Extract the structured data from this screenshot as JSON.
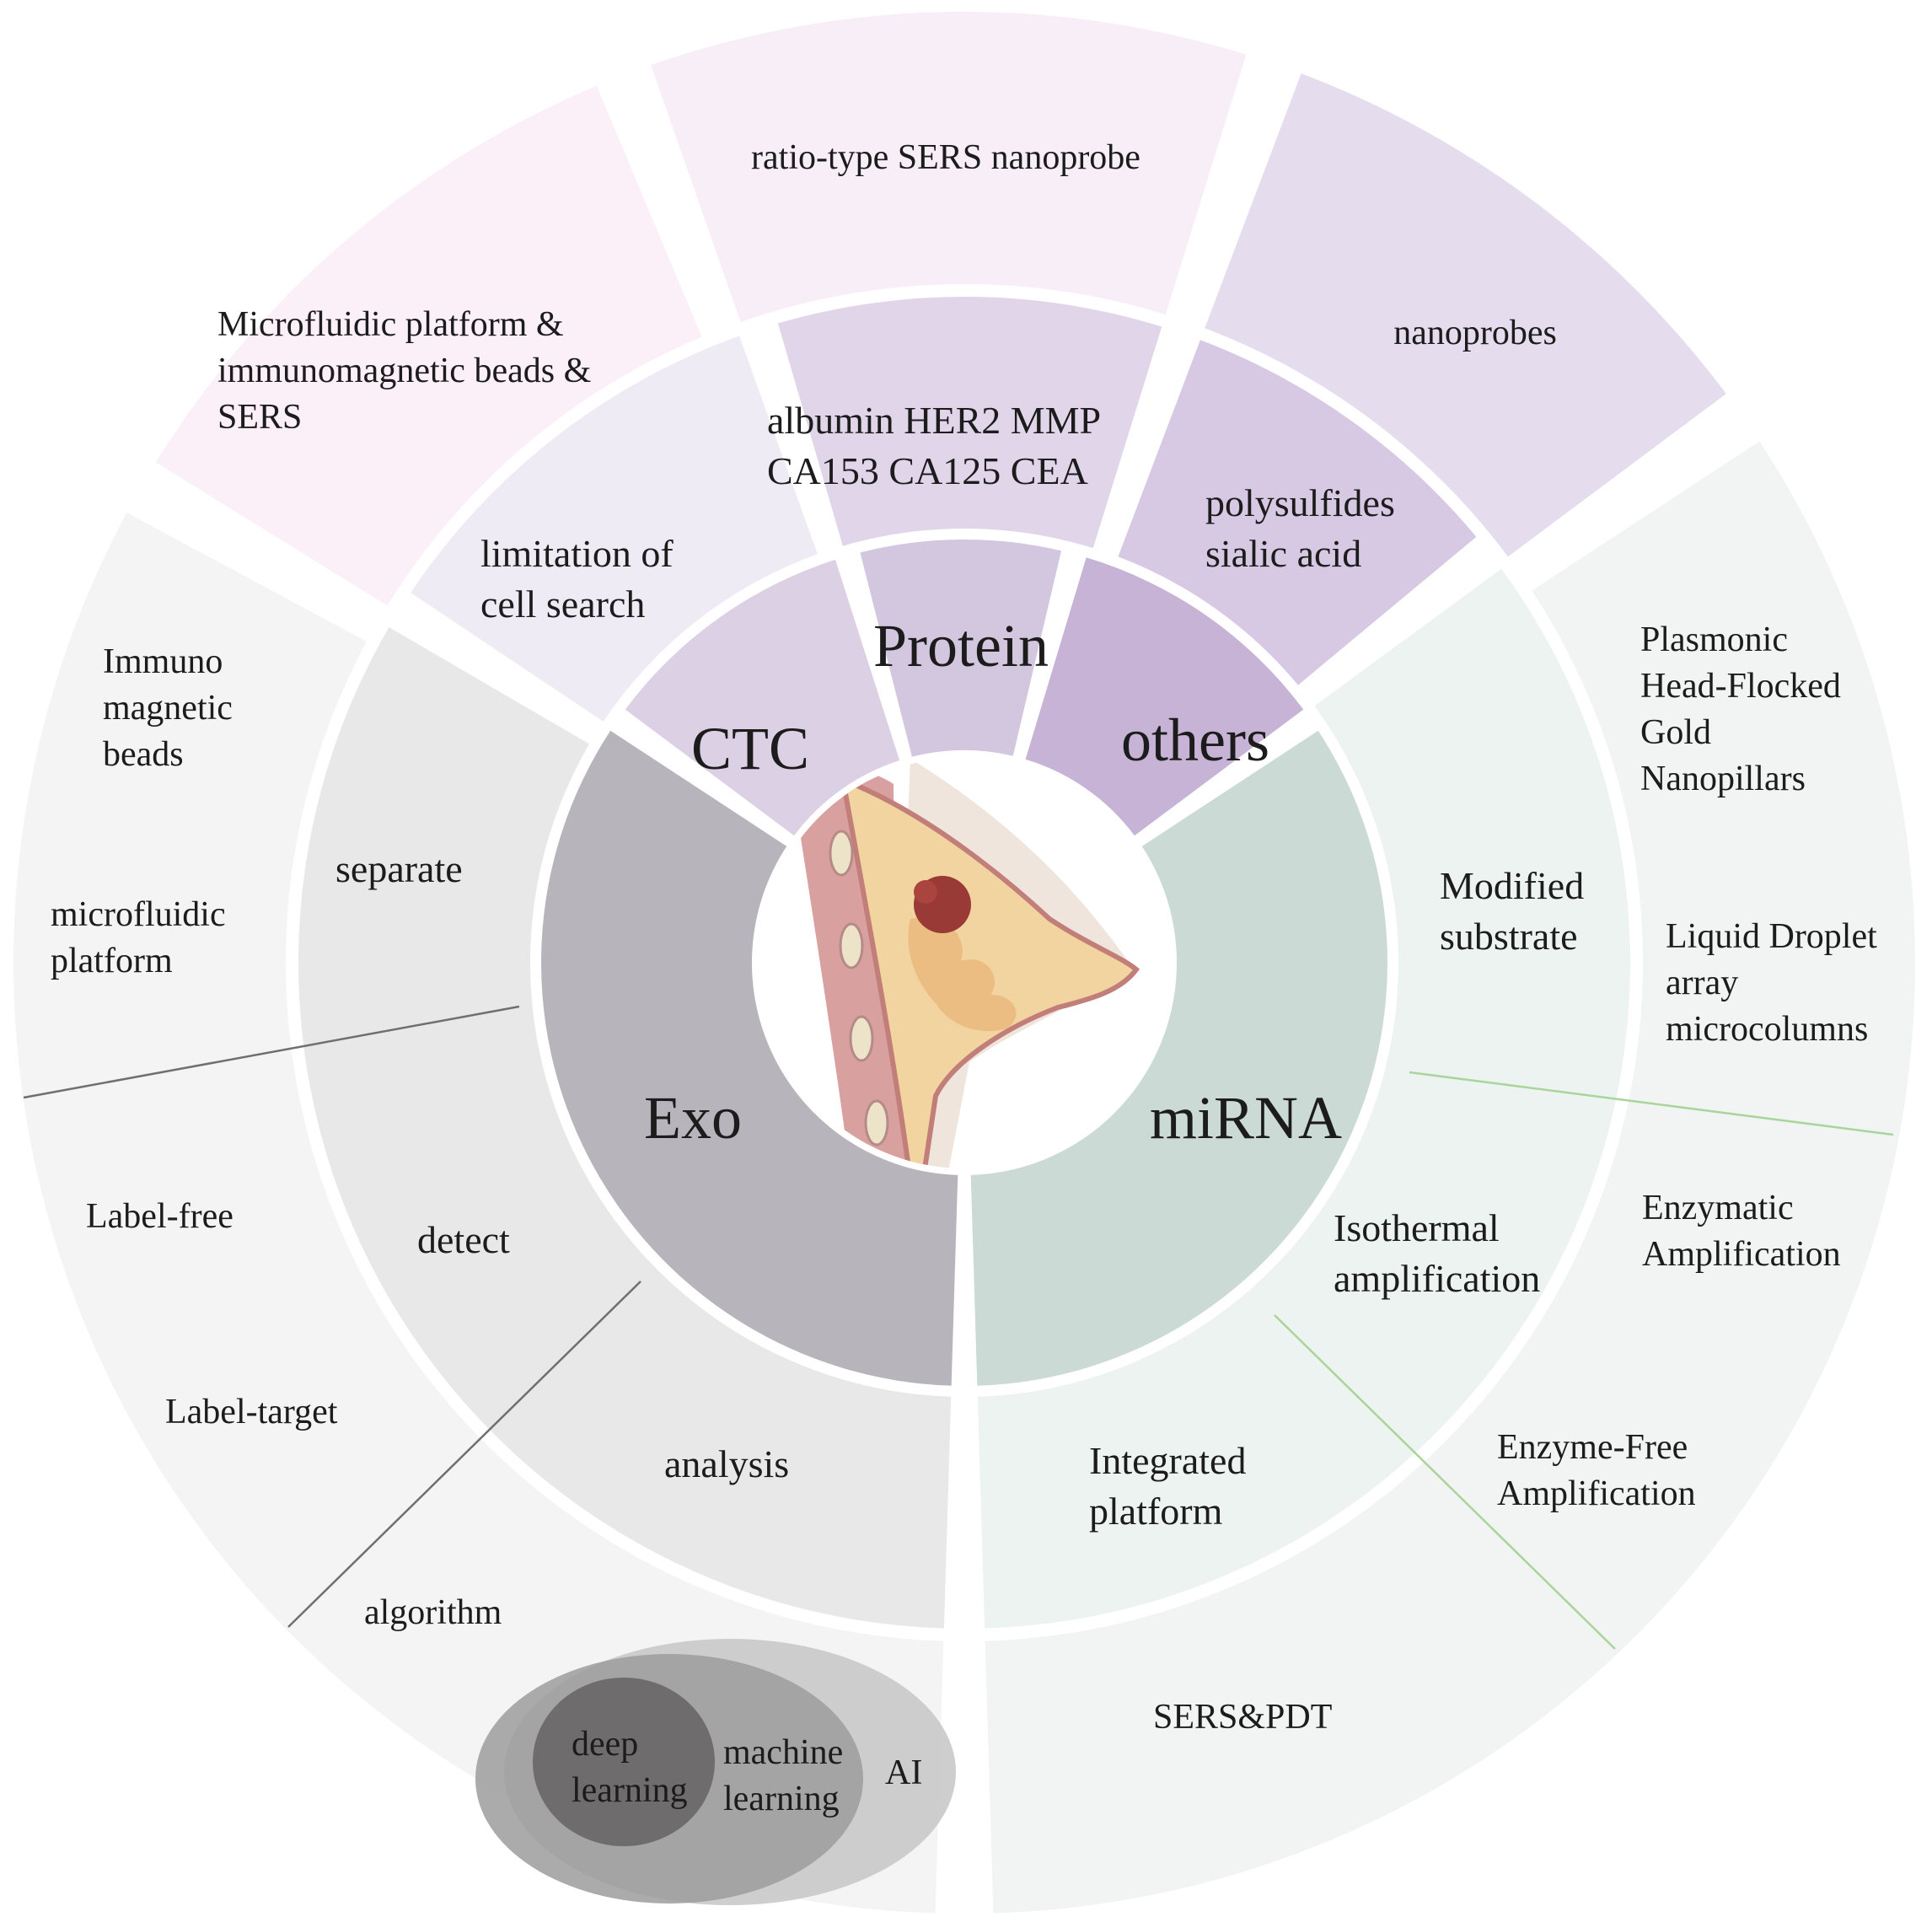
{
  "center": {
    "image": "breast-anatomy-tumor"
  },
  "colors": {
    "ctc_inner": "#dcd0e4",
    "protein_inner": "#d3c6df",
    "others_inner": "#c6b3d5",
    "exo_inner": "#b7b5bb",
    "mirna_inner": "#cbdad5",
    "ctc_mid": "#efebf4",
    "protein_mid": "#e0d5e9",
    "others_mid": "#d7c9e3",
    "exo_mid": "#e8e8e8",
    "mirna_mid": "#edf3f0",
    "ctc_outer": "#fbeff8",
    "protein_outer": "#f8eef7",
    "others_outer": "#e5ddee",
    "exo_outer": "#f4f4f4",
    "mirna_outer": "#f1f4f2",
    "exo_divider": "#6f6f6f",
    "mirna_divider": "#a9d49a"
  },
  "inner": {
    "ctc": "CTC",
    "protein": "Protein",
    "others": "others",
    "exo": "Exo",
    "mirna": "miRNA"
  },
  "middle": {
    "ctc": [
      "limitation of",
      "cell search"
    ],
    "protein": [
      "albumin HER2 MMP",
      "CA153  CA125  CEA"
    ],
    "others": [
      "polysulfides",
      "sialic acid"
    ],
    "exo_separate": "separate",
    "exo_detect": "detect",
    "exo_analysis": "analysis",
    "mirna_modified": [
      "Modified",
      "substrate"
    ],
    "mirna_isothermal": [
      "Isothermal",
      "amplification"
    ],
    "mirna_integrated": [
      "Integrated",
      "platform"
    ]
  },
  "outer": {
    "ctc": [
      "Microfluidic platform &",
      "immunomagnetic beads &",
      "SERS"
    ],
    "protein": "ratio-type SERS nanoprobe",
    "others": "nanoprobes",
    "exo_immuno": [
      "Immuno",
      "magnetic",
      "beads"
    ],
    "exo_microfluidic": [
      "microfluidic",
      "platform"
    ],
    "exo_labelfree": "Label-free",
    "exo_labeltarget": "Label-target",
    "exo_algorithm": "algorithm",
    "ai_deep": [
      "deep",
      "learning"
    ],
    "ai_machine": [
      "machine",
      "learning"
    ],
    "ai_ai": "AI",
    "mirna_plasmonic": [
      "Plasmonic",
      "Head-Flocked",
      "Gold",
      "Nanopillars"
    ],
    "mirna_droplet": [
      "Liquid Droplet",
      "array",
      "microcolumns"
    ],
    "mirna_enzymatic": [
      "Enzymatic",
      "Amplification"
    ],
    "mirna_enzymefree": [
      "Enzyme-Free",
      "Amplification"
    ],
    "mirna_sers_pdt": "SERS&PDT"
  }
}
